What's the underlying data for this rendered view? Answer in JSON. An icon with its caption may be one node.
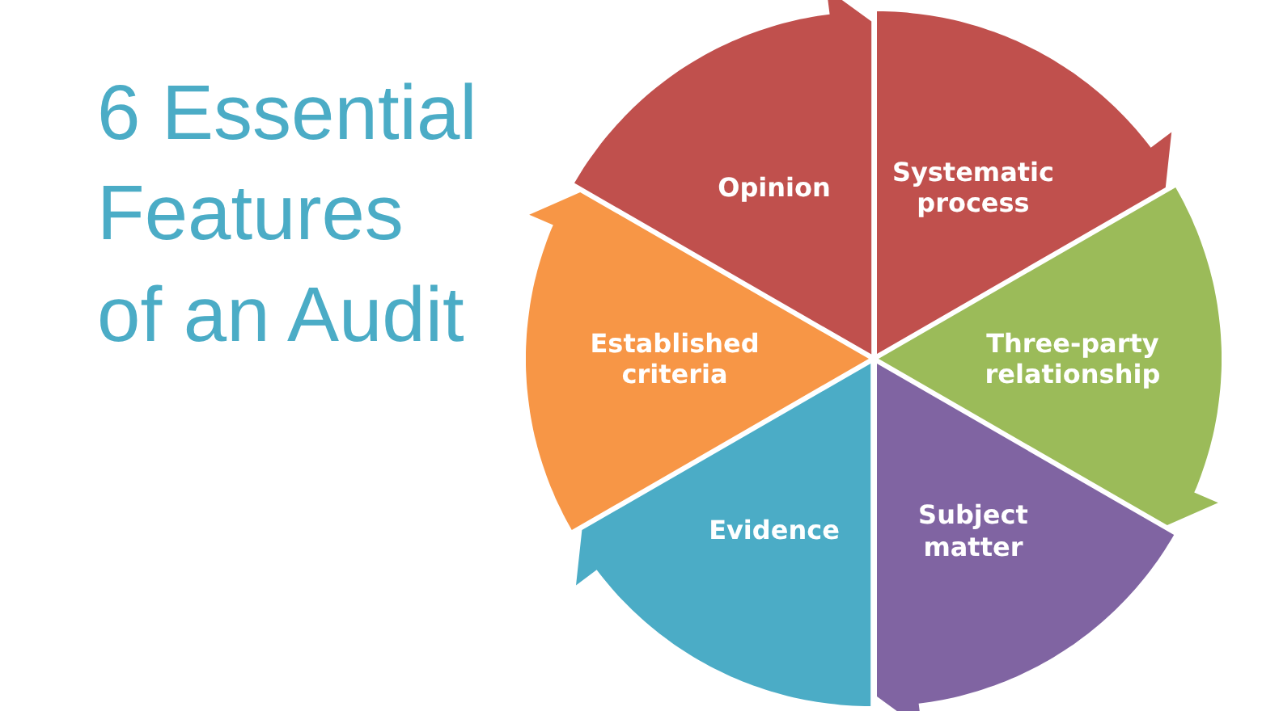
{
  "diagram": {
    "title": "6 Essential Features of an Audit",
    "nodes": [
      {
        "text": [
          "Opinion"
        ]
      },
      {
        "text": [
          "Systematic process"
        ]
      },
      {
        "text": [
          "Three-party relationship"
        ]
      },
      {
        "text": [
          "Subject matter"
        ]
      },
      {
        "text": [
          "Evidence"
        ]
      },
      {
        "text": [
          "Established criteria"
        ]
      }
    ]
  }
}
